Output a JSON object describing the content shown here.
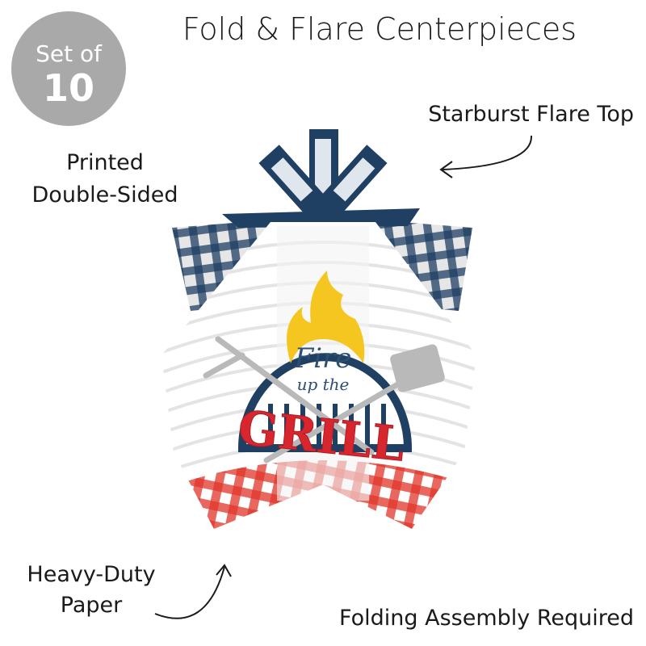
{
  "badge": {
    "line1": "Set of",
    "line2": "10"
  },
  "title": "Fold & Flare Centerpieces",
  "callouts": {
    "top_right": "Starburst Flare Top",
    "left_1": "Printed",
    "left_2": "Double-Sided",
    "bottom_left_1": "Heavy-Duty",
    "bottom_left_2": "Paper",
    "bottom_right": "Folding Assembly Required"
  },
  "artwork": {
    "line1": "Fire",
    "line2": "up the",
    "line3": "GRILL"
  },
  "colors": {
    "navy": "#1f3f63",
    "red": "#d7262e",
    "yellow": "#f6c620",
    "gray": "#a9a9a9"
  }
}
